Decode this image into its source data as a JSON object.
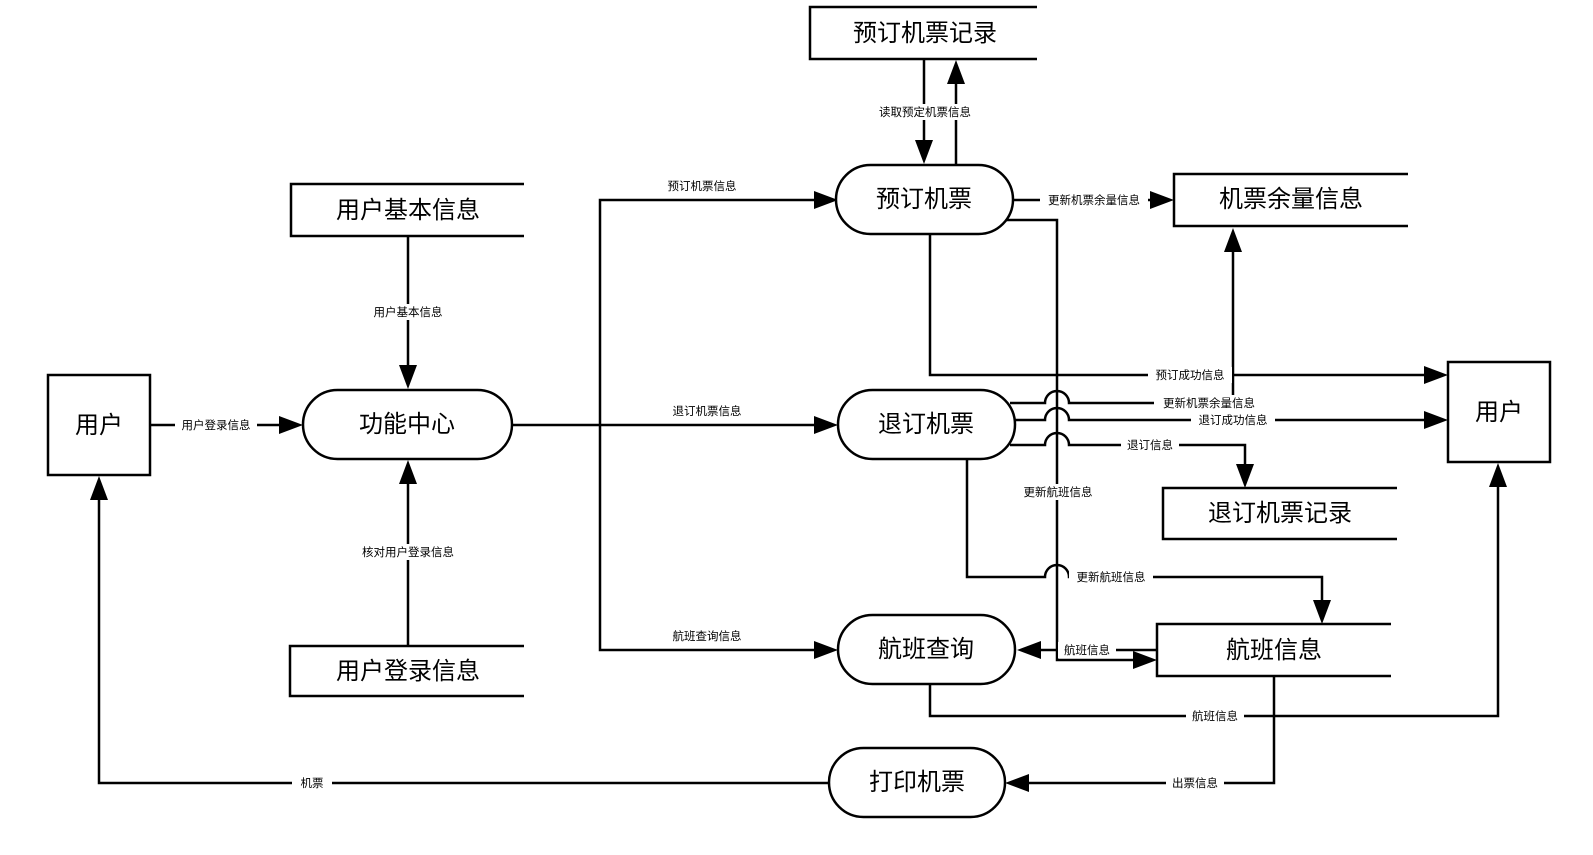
{
  "diagram": {
    "type": "data-flow-diagram",
    "entities": {
      "user_left": "用户",
      "user_right": "用户"
    },
    "processes": {
      "function_center": "功能中心",
      "book_ticket": "预订机票",
      "refund_ticket": "退订机票",
      "flight_query": "航班查询",
      "print_ticket": "打印机票"
    },
    "stores": {
      "user_basic_info": "用户基本信息",
      "user_login_info": "用户登录信息",
      "booking_records": "预订机票记录",
      "ticket_remaining": "机票余量信息",
      "refund_records": "退订机票记录",
      "flight_info": "航班信息"
    },
    "flows": {
      "user_login_info": "用户登录信息",
      "user_basic_info": "用户基本信息",
      "verify_login_info": "核对用户登录信息",
      "book_ticket_info": "预订机票信息",
      "refund_ticket_info": "退订机票信息",
      "flight_query_info": "航班查询信息",
      "read_booking_info": "读取预定机票信息",
      "update_remaining_from_book": "更新机票余量信息",
      "booking_success_info": "预订成功信息",
      "update_remaining_from_refund": "更新机票余量信息",
      "refund_success_info": "退订成功信息",
      "refund_info": "退订信息",
      "update_flight_info_a": "更新航班信息",
      "update_flight_info_b": "更新航班信息",
      "flight_info_to_query": "航班信息",
      "flight_info_to_user": "航班信息",
      "ticket_issue_info": "出票信息",
      "ticket": "机票"
    }
  }
}
